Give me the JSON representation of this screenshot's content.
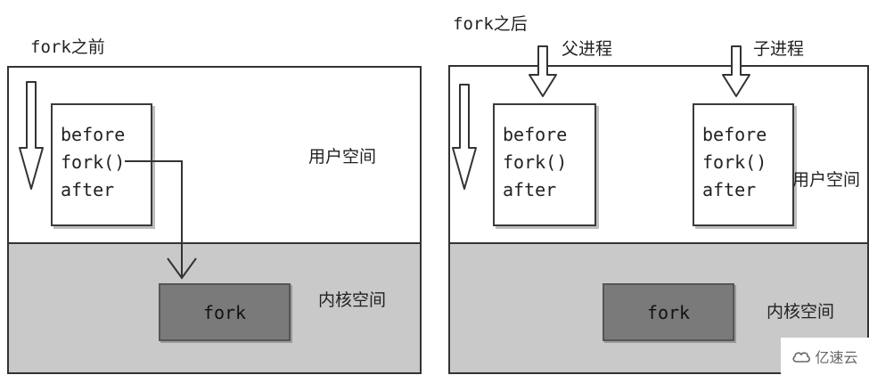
{
  "left": {
    "title": "fork之前",
    "code": [
      "before",
      "fork()",
      "after"
    ],
    "user_label": "用户空间",
    "kernel_label": "内核空间",
    "kernel_box": "fork"
  },
  "right": {
    "title": "fork之后",
    "parent_label": "父进程",
    "child_label": "子进程",
    "parent_code": [
      "before",
      "fork()",
      "after"
    ],
    "child_code": [
      "before",
      "fork()",
      "after"
    ],
    "user_label": "用户空间",
    "kernel_label": "内核空间",
    "kernel_box": "fork"
  },
  "watermark": {
    "text": "亿速云",
    "icon": "cloud-icon"
  },
  "colors": {
    "kernel_bg": "#c9c9c9",
    "kernel_box": "#7a7a7a",
    "border": "#333333"
  }
}
